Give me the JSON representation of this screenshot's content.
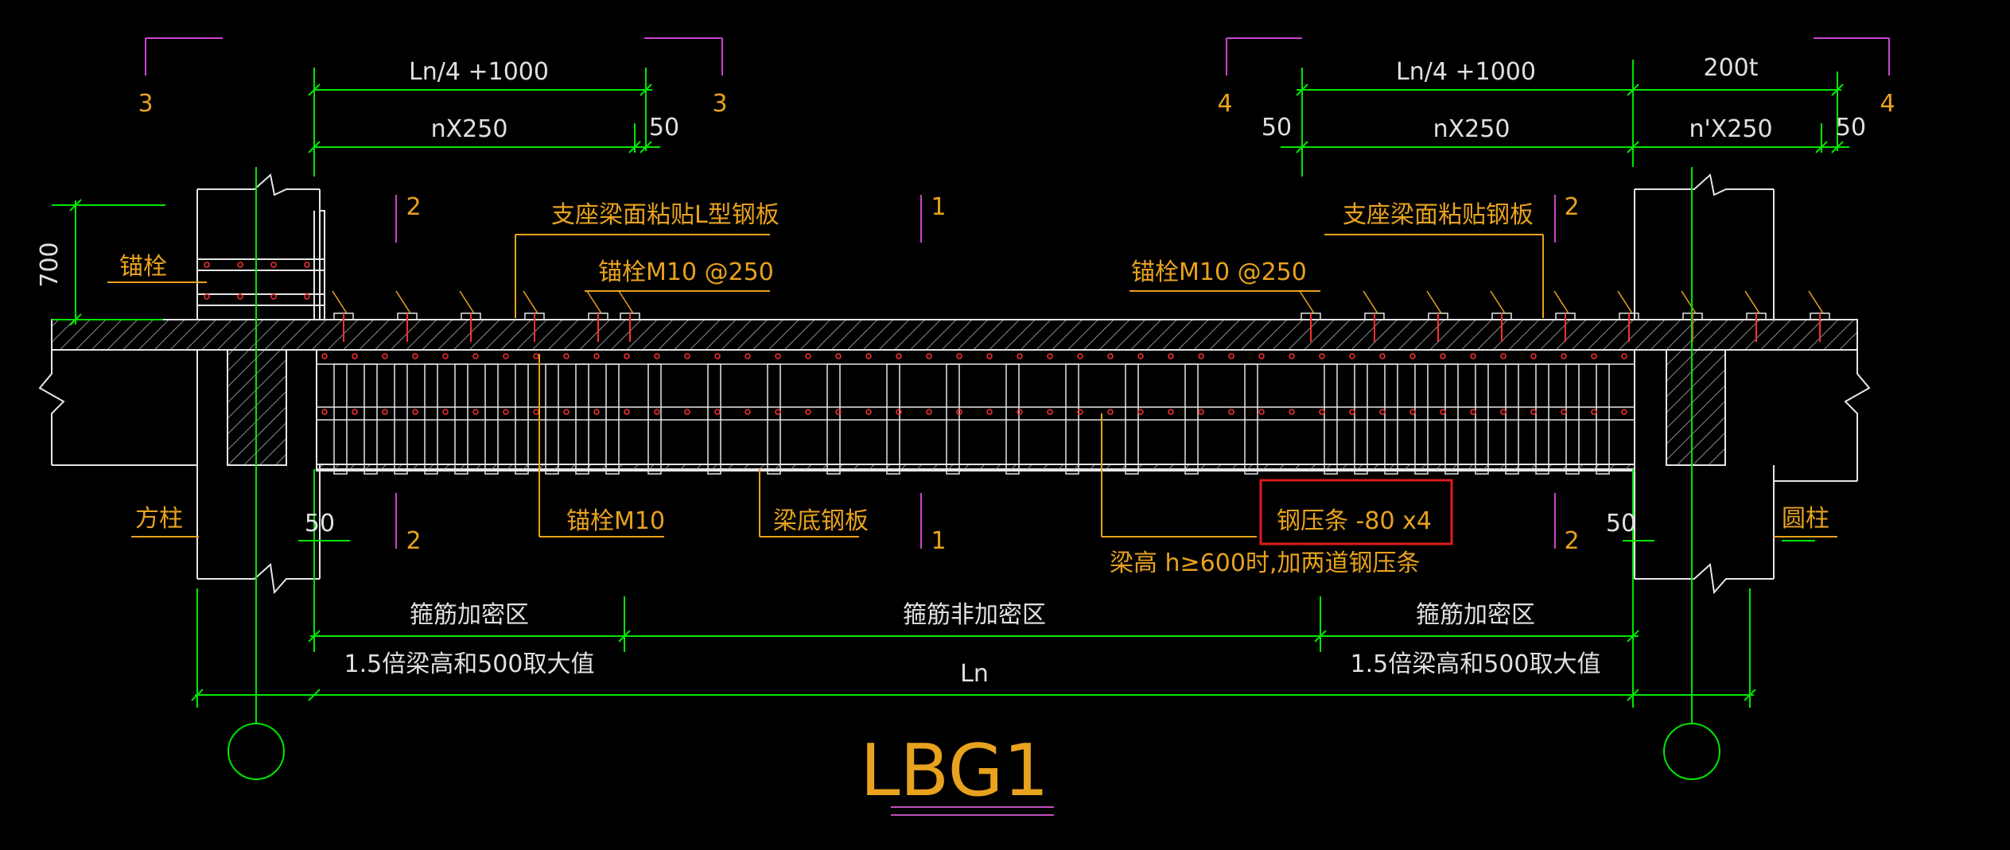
{
  "colors": {
    "background": "#000000",
    "dimension": "#00e600",
    "text": "#e8a21e",
    "concrete": "#e6e6e6",
    "section_marker": "#cc44cc",
    "rebar_dot": "#ff3030",
    "highlight_box": "#e01b1b",
    "title_underline": "#c050c0"
  },
  "drawing": {
    "title": "LBG1"
  },
  "dimensions": {
    "top_left_1": "Ln/4 +1000",
    "top_left_2": "nX250",
    "top_left_gap": "50",
    "top_right_1": "Ln/4 +1000",
    "top_right_2": "nX250",
    "top_right_3": "200t",
    "top_right_4": "n'X250",
    "top_right_gap_left": "50",
    "top_right_gap_right": "50",
    "left_height": "700",
    "bottom_left_gap": "50",
    "bottom_right_gap": "50",
    "zone_left": "箍筋加密区",
    "zone_mid": "箍筋非加密区",
    "zone_right": "箍筋加密区",
    "zone_left_note": "1.5倍梁高和500取大值",
    "zone_right_note": "1.5倍梁高和500取大值",
    "span": "Ln"
  },
  "sections": {
    "s3_left": "3",
    "s3_right": "3",
    "s4_left": "4",
    "s4_right": "4",
    "s2_top_left": "2",
    "s1_top": "1",
    "s2_top_right": "2",
    "s2_bot_left": "2",
    "s1_bot": "1",
    "s2_bot_right": "2"
  },
  "labels": {
    "anchor_bolt": "锚栓",
    "support_l_plate": "支座梁面粘贴L型钢板",
    "anchor_m10_at_left": "锚栓M10 @250",
    "support_plate": "支座梁面粘贴钢板",
    "anchor_m10_at_right": "锚栓M10 @250",
    "square_column": "方柱",
    "anchor_m10": "锚栓M10",
    "beam_bottom_plate": "梁底钢板",
    "steel_strip": "钢压条 -80 x4",
    "strip_note": "梁高 h≥600时,加两道钢压条",
    "round_column": "圆柱"
  }
}
